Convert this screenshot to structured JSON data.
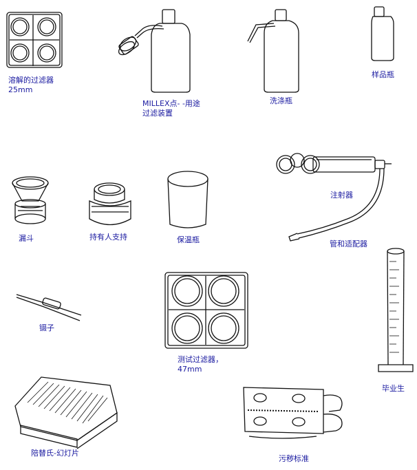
{
  "labels": {
    "filter_diss": {
      "line1": "溶解的过滤器",
      "line2": "25mm"
    },
    "millex": {
      "line1": "MILLEX点- -用途",
      "line2": "过滤装置"
    },
    "wash_bottle": "洗涤瓶",
    "sample_bottle": "样品瓶",
    "syringe": "注射器",
    "tube_adapter": "管和适配器",
    "funnel": "漏斗",
    "holder": "持有人支持",
    "thermos": "保温瓶",
    "tweezers": "镊子",
    "test_filter": {
      "line1": "测试过滤器，",
      "line2": "47mm"
    },
    "cylinder": "毕业生",
    "slide_tray": "陪替氏-幻灯片",
    "contam_std": "污秽标准"
  },
  "colors": {
    "label": "#1a1aa0",
    "ink": "#111111"
  }
}
